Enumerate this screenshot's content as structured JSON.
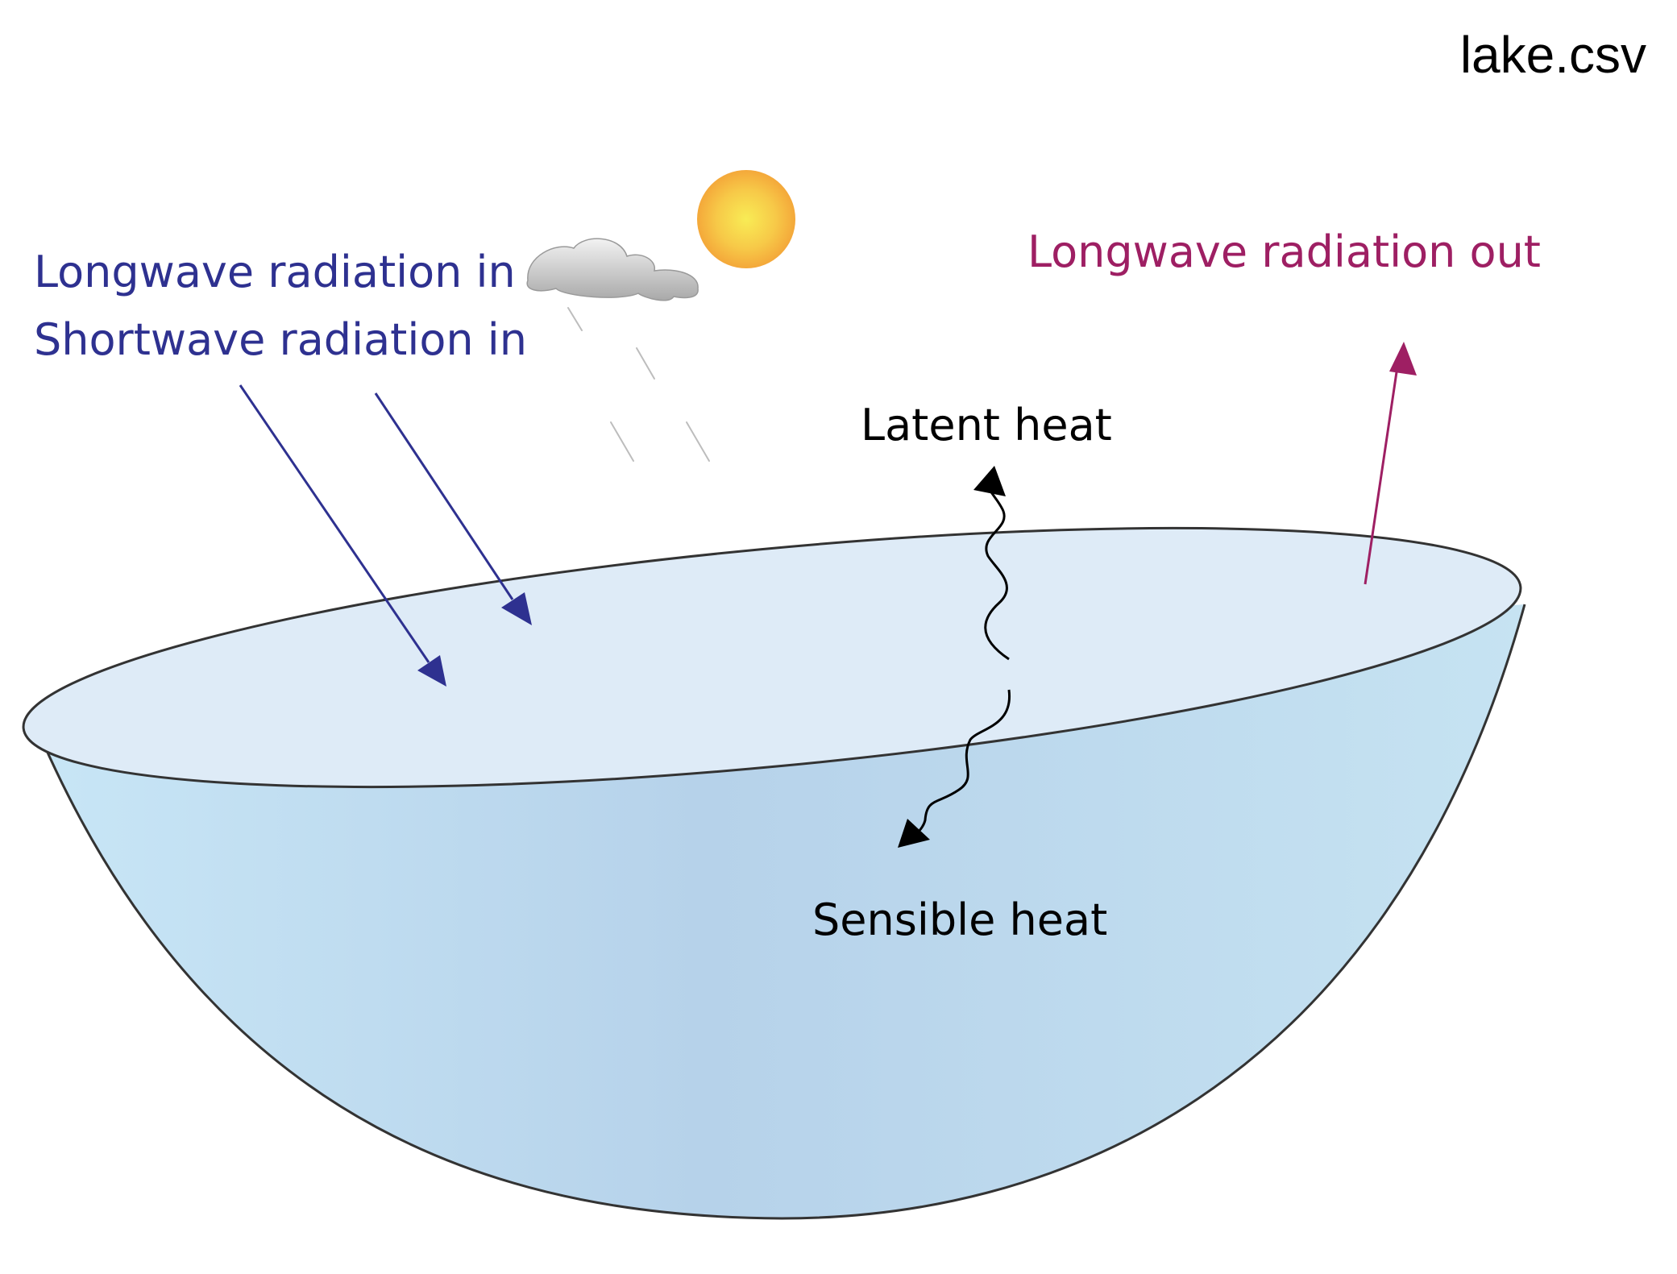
{
  "file_label": "lake.csv",
  "labels": {
    "longwave_in": "Longwave radiation in",
    "shortwave_in": "Shortwave radiation in",
    "longwave_out": "Longwave radiation out",
    "latent_heat": "Latent heat",
    "sensible_heat": "Sensible heat"
  },
  "colors": {
    "incoming": "#2e3190",
    "outgoing": "#9e1f63",
    "heat": "#000000",
    "water_light": "#c8e4f4",
    "water_mid": "#b7d3ea",
    "surface": "#deebf7",
    "outline": "#333333",
    "sun_core": "#f6e55a",
    "sun_edge": "#f5a93a"
  },
  "icons": [
    "sun-icon",
    "cloud-icon",
    "rain-icon"
  ]
}
